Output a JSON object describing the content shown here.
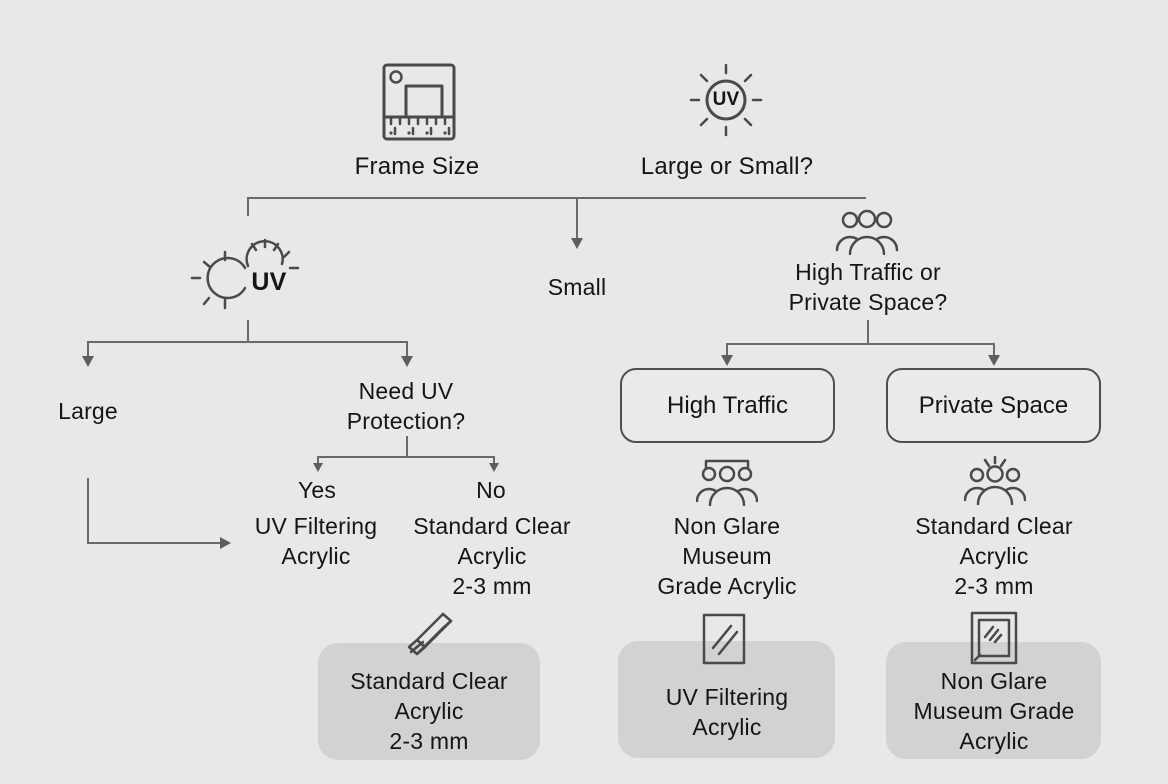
{
  "colors": {
    "background": "#e9e8e6",
    "line": "#6a6a6a",
    "arrow": "#5e5e5e",
    "text": "#151515",
    "choice_box_border": "#4f4f4f",
    "result_card_bg": "#d3d2d0"
  },
  "flow": {
    "frame_size_label": "Frame Size",
    "size_question": "Large or Small?",
    "uv_badge": "UV",
    "small_label": "Small",
    "large_label": "Large",
    "need_uv_question": "Need UV\nProtection?",
    "yes_label": "Yes",
    "no_label": "No",
    "yes_outcome": "UV Filtering\nAcrylic",
    "no_outcome": "Standard Clear\nAcrylic\n2-3 mm",
    "traffic_question": "High Traffic or\nPrivate Space?",
    "high_traffic_label": "High Traffic",
    "private_space_label": "Private Space",
    "high_traffic_outcome": "Non Glare\nMuseum\nGrade Acrylic",
    "private_space_outcome": "Standard Clear\nAcrylic\n2-3 mm",
    "results": {
      "small": "Standard Clear\nAcrylic\n2-3 mm",
      "high_traffic": "UV Filtering\nAcrylic",
      "private_space": "Non Glare\nMuseum Grade\nAcrylic"
    }
  },
  "icons": {
    "frame_size": "frame-ruler-icon",
    "size_question": "uv-sun-icon",
    "large_branch": "uv-suns-icon",
    "traffic_question": "people-group-icon",
    "high_traffic": "museum-visitors-icon",
    "private_space": "people-sparkle-icon",
    "result_small": "acrylic-bar-icon",
    "result_high_traffic": "glass-sheet-icon",
    "result_private_space": "framed-glass-icon"
  }
}
